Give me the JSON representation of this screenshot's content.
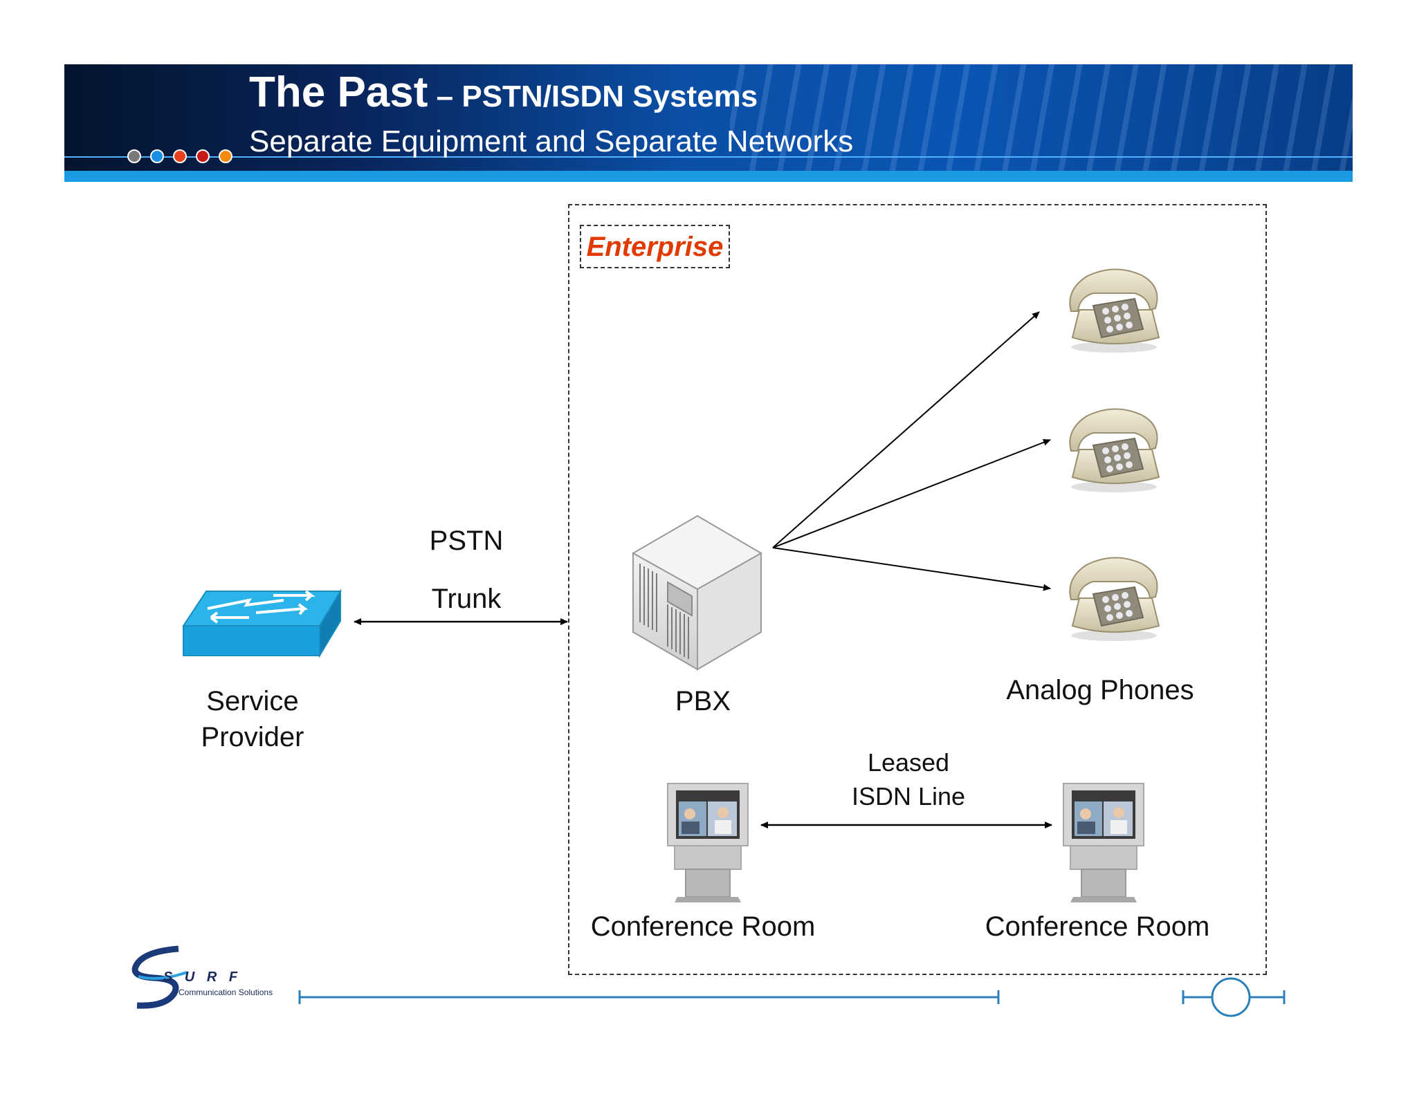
{
  "header": {
    "title_main": "The Past",
    "title_dash": " – ",
    "title_sub": "PSTN/ISDN Systems",
    "subtitle": "Separate Equipment and Separate Networks",
    "dot_colors": [
      "#7a7a7a",
      "#1a8fe3",
      "#e8401c",
      "#c81818",
      "#f08a10"
    ]
  },
  "diagram": {
    "enterprise_label": "Enterprise",
    "pstn_label": "PSTN",
    "trunk_label": "Trunk",
    "service_provider_line1": "Service",
    "service_provider_line2": "Provider",
    "pbx_label": "PBX",
    "analog_phones_label": "Analog Phones",
    "leased_label": "Leased",
    "isdn_line_label": "ISDN Line",
    "conference_room_left": "Conference Room",
    "conference_room_right": "Conference Room"
  },
  "logo": {
    "letters": "S U R F",
    "tagline": "Communication Solutions"
  }
}
